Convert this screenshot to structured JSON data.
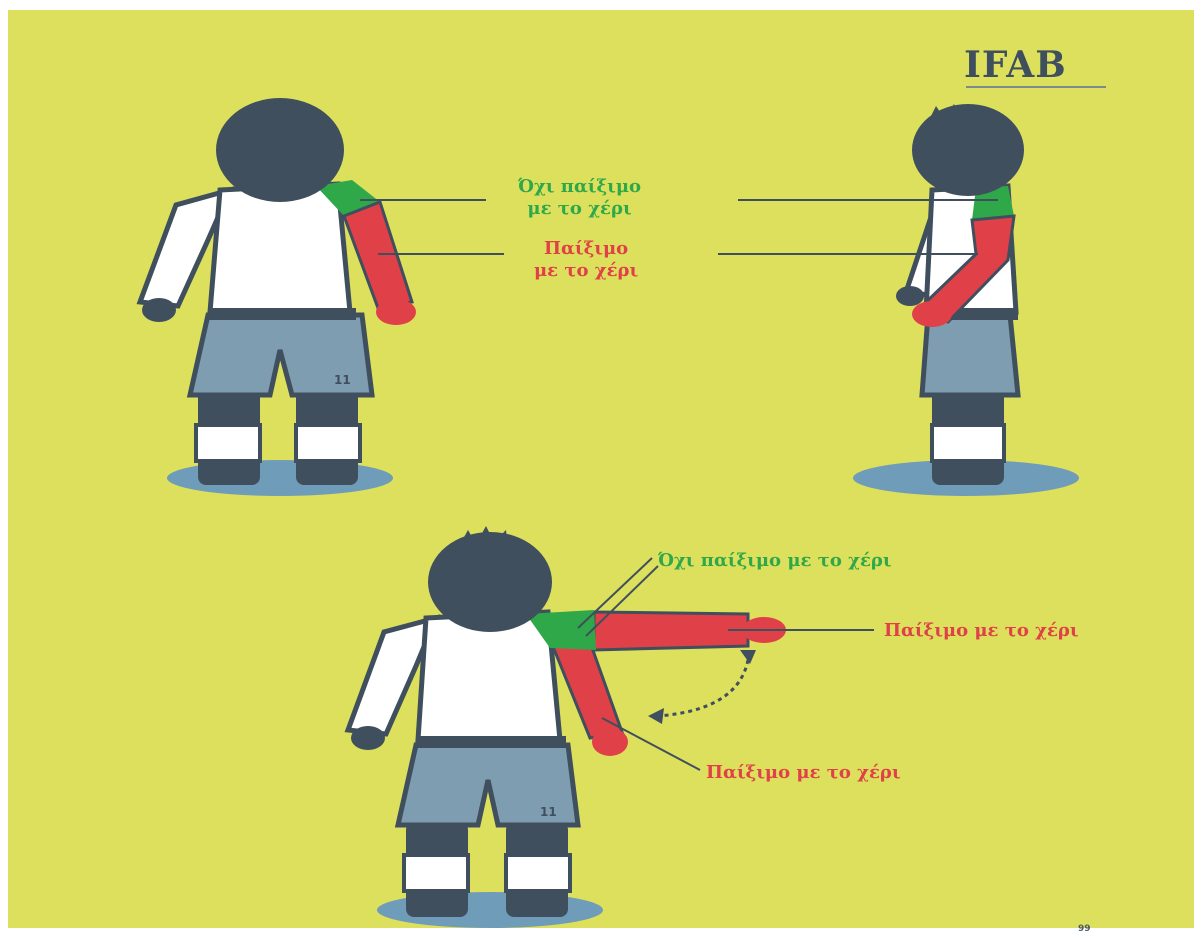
{
  "logo": {
    "text": "IFAB",
    "tagline": ""
  },
  "labels": {
    "no_handball_top": [
      "Όχι παίξιμο",
      "με το χέρι"
    ],
    "handball_top": [
      "Παίξιμο",
      "με το χέρι"
    ],
    "no_handball_bottom": "Όχι παίξιμο με το χέρι",
    "handball_raised": "Παίξιμο με το χέρι",
    "handball_lowered": "Παίξιμο με το χέρι"
  },
  "players": [
    {
      "view": "back",
      "number": "11"
    },
    {
      "view": "side",
      "number": ""
    },
    {
      "view": "back-arm-raised",
      "number": "11"
    }
  ],
  "page_number": "99",
  "colors": {
    "background": "#dde05c",
    "no_handball_zone": "#2fa84a",
    "handball_zone": "#e04048",
    "outline": "#3f4f5e",
    "shorts": "#7f9db1",
    "shadow": "#6f9cb8"
  }
}
